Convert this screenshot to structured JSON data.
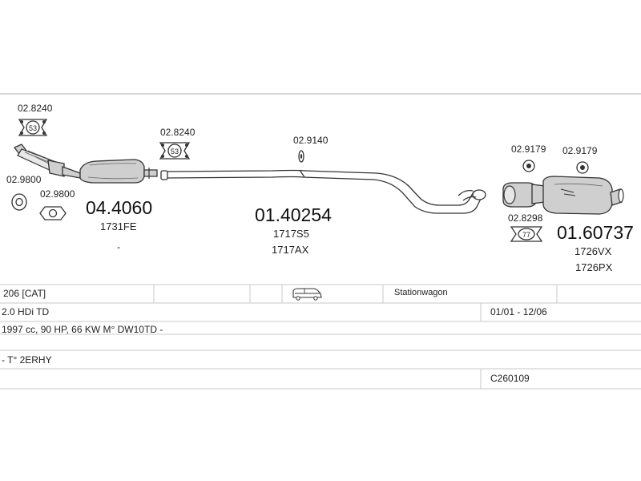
{
  "parts": {
    "hanger_top_left": "02.8240",
    "hanger_top_left_badge": "53",
    "ring_left_1": "02.9800",
    "ring_left_2": "02.9800",
    "catalyst_number": "04.4060",
    "catalyst_ref": "1731FE",
    "catalyst_note": "-",
    "hanger_mid": "02.8240",
    "hanger_mid_badge": "53",
    "clamp_mid": "02.9140",
    "midpipe_number": "01.40254",
    "midpipe_ref_1": "1717S5",
    "midpipe_ref_2": "1717AX",
    "ring_right_1": "02.9179",
    "ring_right_2": "02.9179",
    "hanger_right": "02.8298",
    "hanger_right_badge": "77",
    "rear_number": "01.60737",
    "rear_ref_1": "1726VX",
    "rear_ref_2": "1726PX"
  },
  "vehicle": {
    "model": "206  [CAT]",
    "body_type": "Stationwagon",
    "body_icon": "station-wagon-car-icon",
    "engine": "2.0 HDi TD",
    "years": "01/01 - 12/06",
    "specs": "1997 cc, 90 HP, 66 KW M° DW10TD -",
    "engine_code": "- T° 2ERHY",
    "catalog_code": "C260109"
  }
}
